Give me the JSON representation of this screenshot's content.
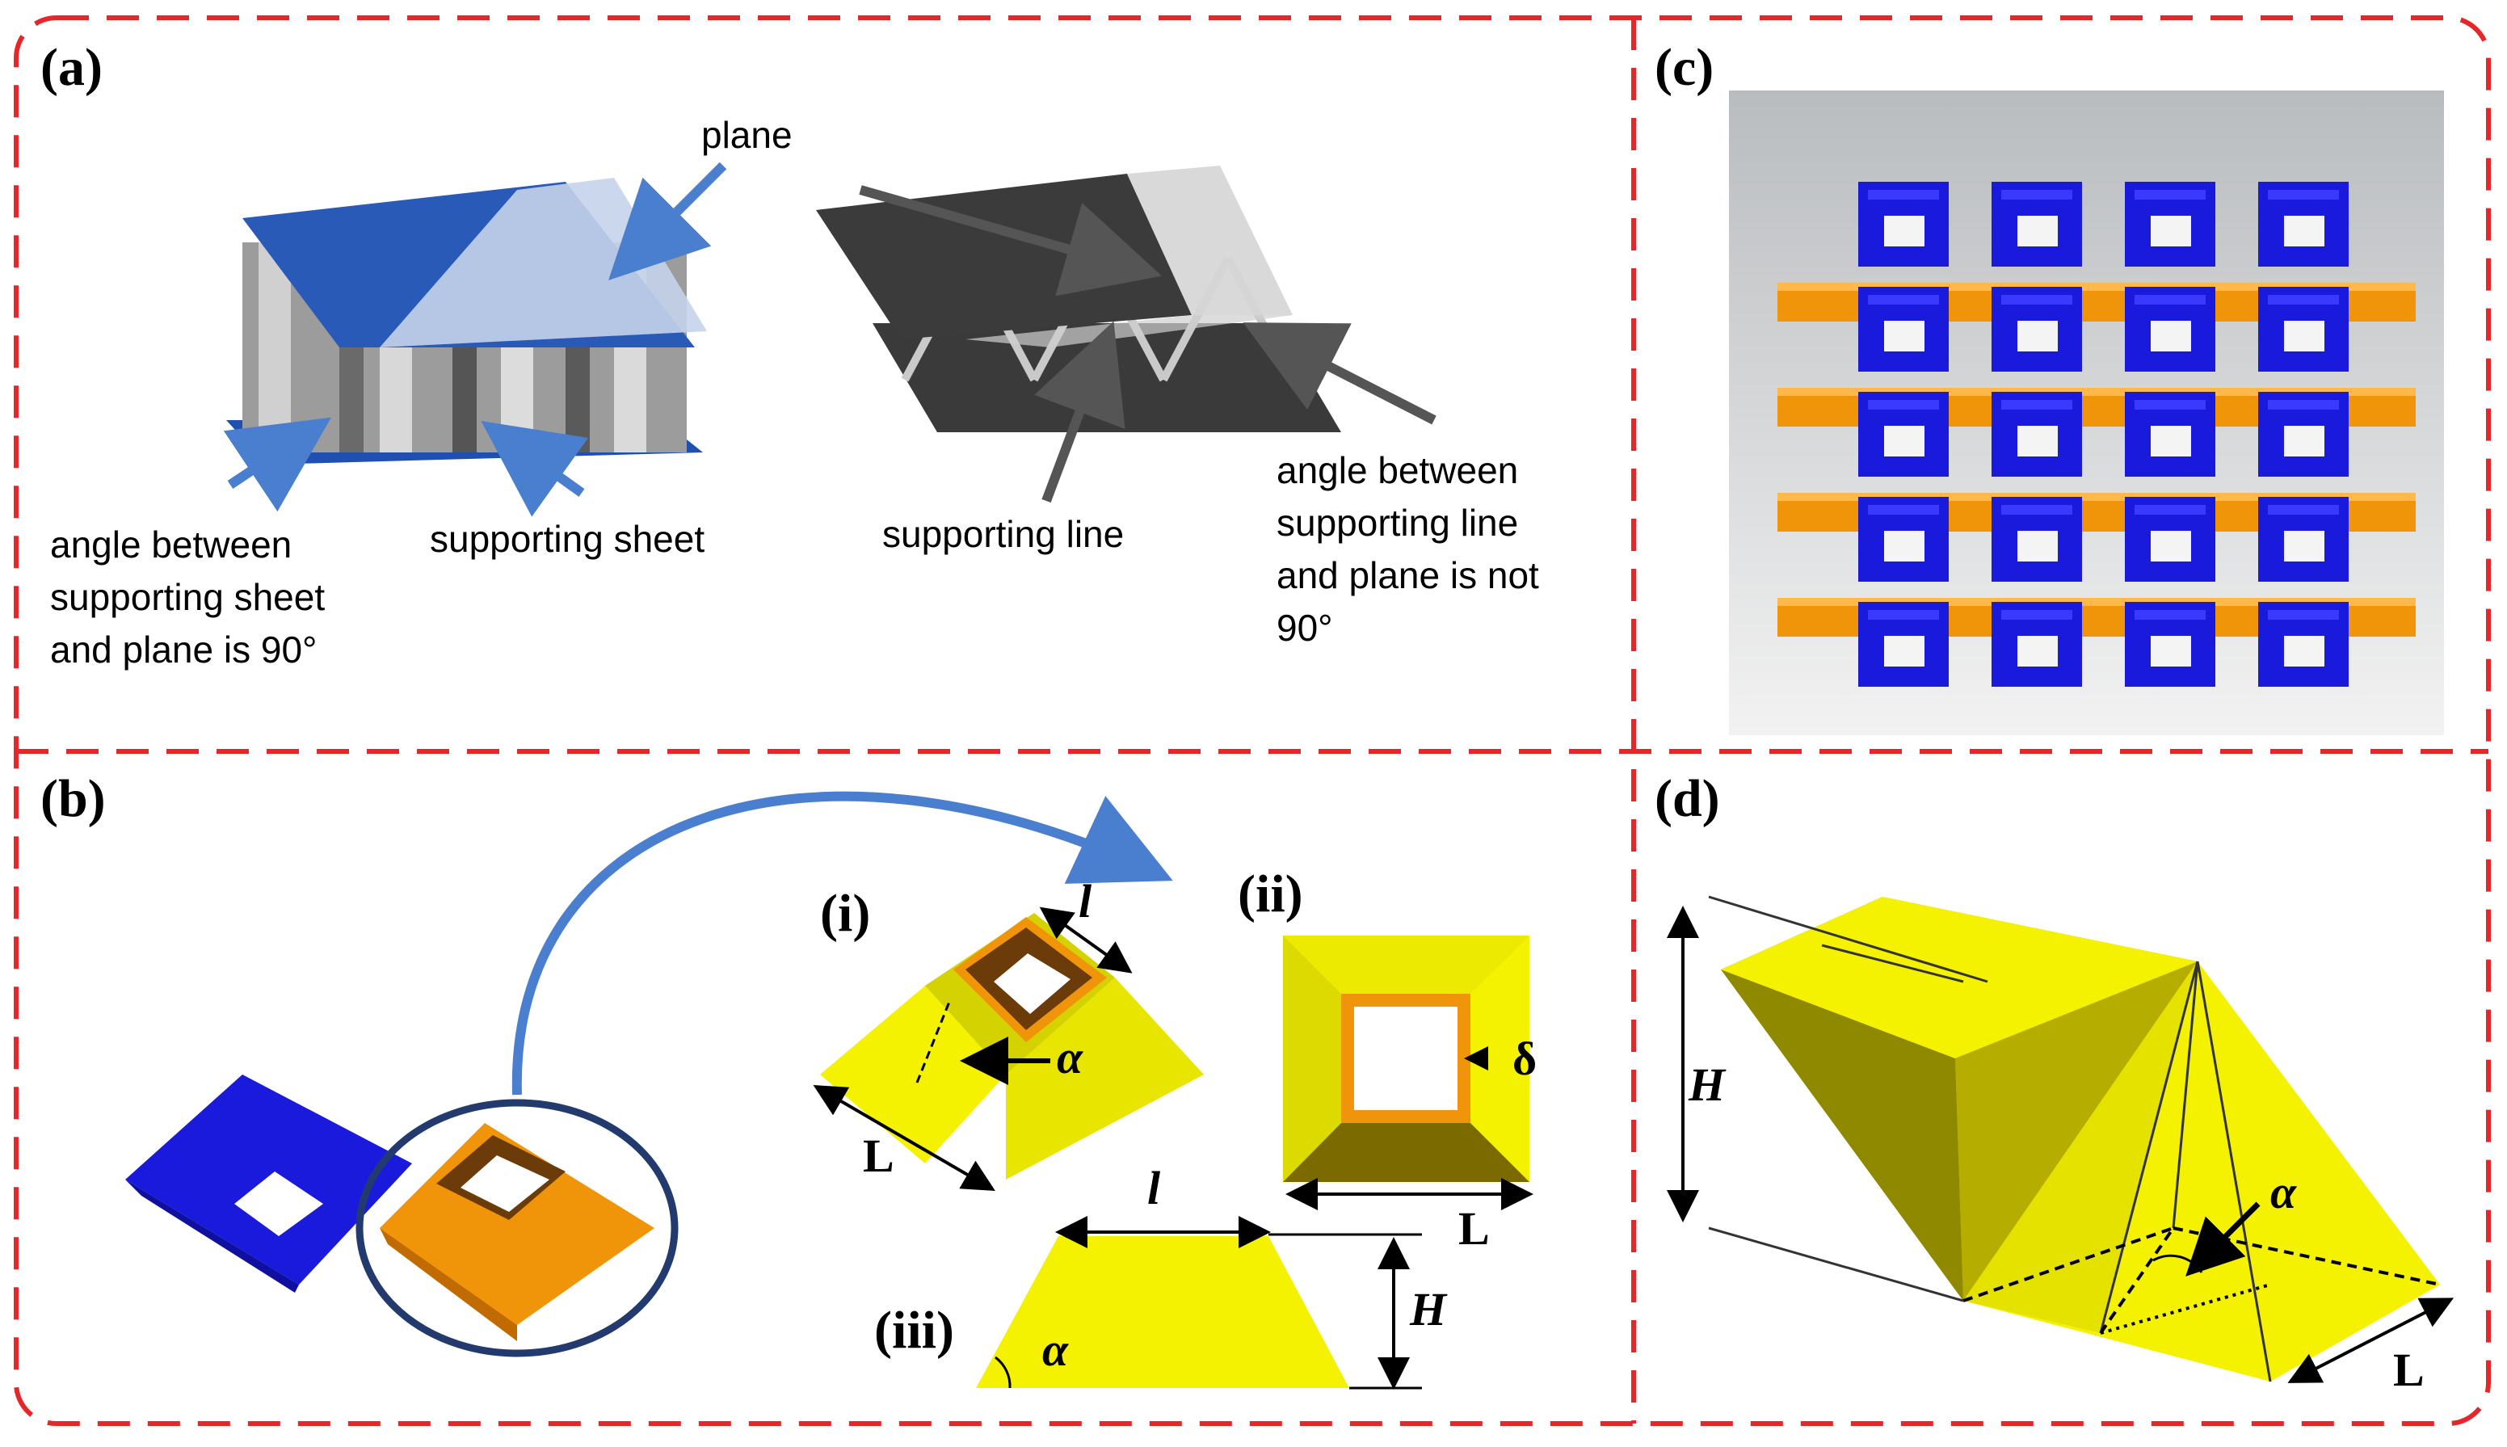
{
  "panels": {
    "a": {
      "label": "(a)",
      "plane": "plane",
      "angle_sheet": [
        "angle between",
        "supporting sheet",
        "and plane is 90°"
      ],
      "supporting_sheet": "supporting sheet",
      "supporting_line": "supporting line",
      "angle_line": [
        "angle between",
        "supporting line",
        "and plane is not",
        "90°"
      ]
    },
    "b": {
      "label": "(b)",
      "sub_i": "(i)",
      "sub_ii": "(ii)",
      "sub_iii": "(iii)",
      "sym_l": "l",
      "sym_L": "L",
      "sym_alpha": "α",
      "sym_delta": "δ",
      "sym_H": "H"
    },
    "c": {
      "label": "(c)"
    },
    "d": {
      "label": "(d)",
      "sym_H": "H",
      "sym_alpha": "α",
      "sym_L": "L"
    }
  },
  "colors": {
    "border": "#e8262a",
    "blue": "#1a1adc",
    "orange": "#f0940a",
    "yellow": "#f4f200",
    "arrow_blue": "#4a7fd0"
  }
}
